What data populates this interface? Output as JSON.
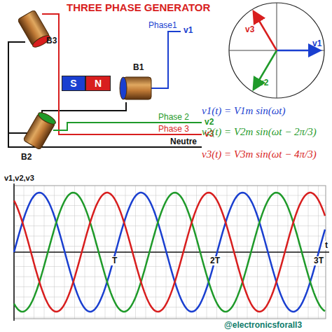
{
  "diagram": {
    "title": "THREE PHASE GENERATOR",
    "nodes": [
      {
        "text": [
          "S"
        ]
      },
      {
        "text": [
          "N"
        ]
      }
    ],
    "labels": [
      "B3",
      "Phase1",
      "v1",
      "B1",
      "Phase 2",
      "v2",
      "B2",
      "Phase 3",
      "v3",
      "Neutre",
      "v1",
      "v3",
      "v2",
      "v1(t) = V1m sin(ωt)",
      "v2(t) = V2m sin(ωt − 2π/3)",
      "v3(t) = V3m sin(ωt − 4π/3)",
      "v1,v2,v3",
      "T",
      "2T",
      "3T",
      "t",
      "@electronicsforall3"
    ]
  }
}
